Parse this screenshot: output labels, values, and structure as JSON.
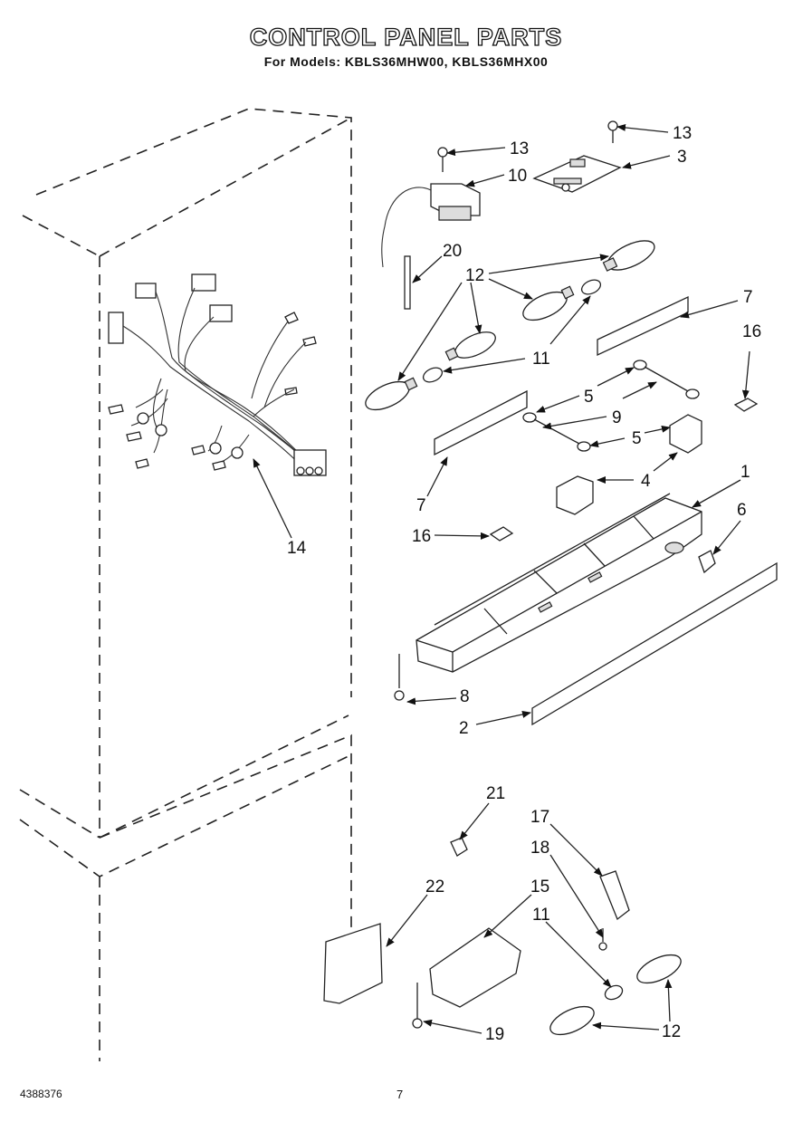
{
  "header": {
    "title": "CONTROL PANEL PARTS",
    "subtitle": "For Models: KBLS36MHW00, KBLS36MHX00"
  },
  "footer": {
    "doc_number": "4388376",
    "page_number": "7"
  },
  "callouts": {
    "c1": "1",
    "c2": "2",
    "c3": "3",
    "c4a": "4",
    "c5a": "5",
    "c5b": "5",
    "c6": "6",
    "c7a": "7",
    "c7b": "7",
    "c8": "8",
    "c9": "9",
    "c10": "10",
    "c11a": "11",
    "c11b": "11",
    "c12a": "12",
    "c12b": "12",
    "c13a": "13",
    "c13b": "13",
    "c14": "14",
    "c15": "15",
    "c16a": "16",
    "c16b": "16",
    "c17": "17",
    "c18": "18",
    "c19": "19",
    "c20": "20",
    "c21": "21",
    "c22": "22"
  }
}
